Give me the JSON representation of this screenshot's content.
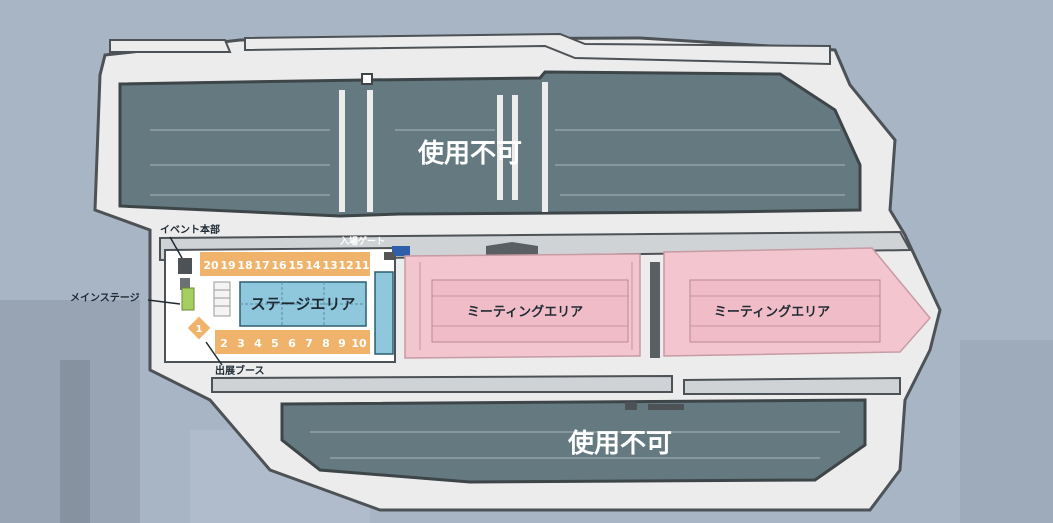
{
  "map": {
    "closed_label": "使用不可",
    "closed_label_south": "使用不可",
    "stage_area_label": "ステージエリア",
    "meeting_area_label_west": "ミーティングエリア",
    "meeting_area_label_east": "ミーティングエリア",
    "event_hq_label": "イベント本部",
    "main_stage_label": "メインステージ",
    "booth_label": "出展ブース",
    "entrance_gate_label": "入場ゲート",
    "booths_top": [
      "20",
      "19",
      "18",
      "17",
      "16",
      "15",
      "14",
      "13",
      "12",
      "11"
    ],
    "booths_bottom": [
      "1",
      "2",
      "3",
      "4",
      "5",
      "6",
      "7",
      "8",
      "9",
      "10"
    ],
    "colors": {
      "lot_closed": "#647a80",
      "meeting_area": "#f3c6cf",
      "stage_area": "#8fc7dd",
      "booth": "#f0b36b",
      "road": "#f2f2f2",
      "curb": "#5a5f63",
      "main_stage": "#a6cf62"
    }
  }
}
